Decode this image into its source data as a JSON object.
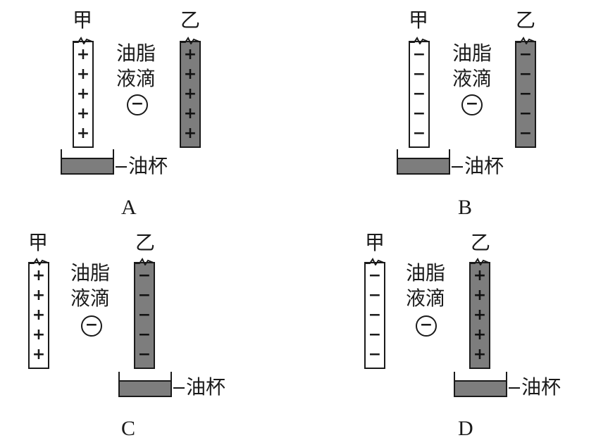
{
  "labels": {
    "rod_a": "甲",
    "rod_b": "乙",
    "droplet_text_line1": "油脂",
    "droplet_text_line2": "液滴",
    "droplet_charge": "−",
    "cup": "油杯",
    "plus": "+",
    "minus": "−"
  },
  "panels": [
    {
      "option": "A",
      "rod_a_charge": "+",
      "rod_b_charge": "+",
      "cup_under": "rod_a"
    },
    {
      "option": "B",
      "rod_a_charge": "−",
      "rod_b_charge": "−",
      "cup_under": "rod_a"
    },
    {
      "option": "C",
      "rod_a_charge": "+",
      "rod_b_charge": "−",
      "cup_under": "rod_b"
    },
    {
      "option": "D",
      "rod_a_charge": "−",
      "rod_b_charge": "+",
      "cup_under": "rod_b"
    }
  ],
  "colors": {
    "rod_a": "#ffffff",
    "rod_b": "#7d7d7d",
    "oil": "#7d7d7d"
  }
}
